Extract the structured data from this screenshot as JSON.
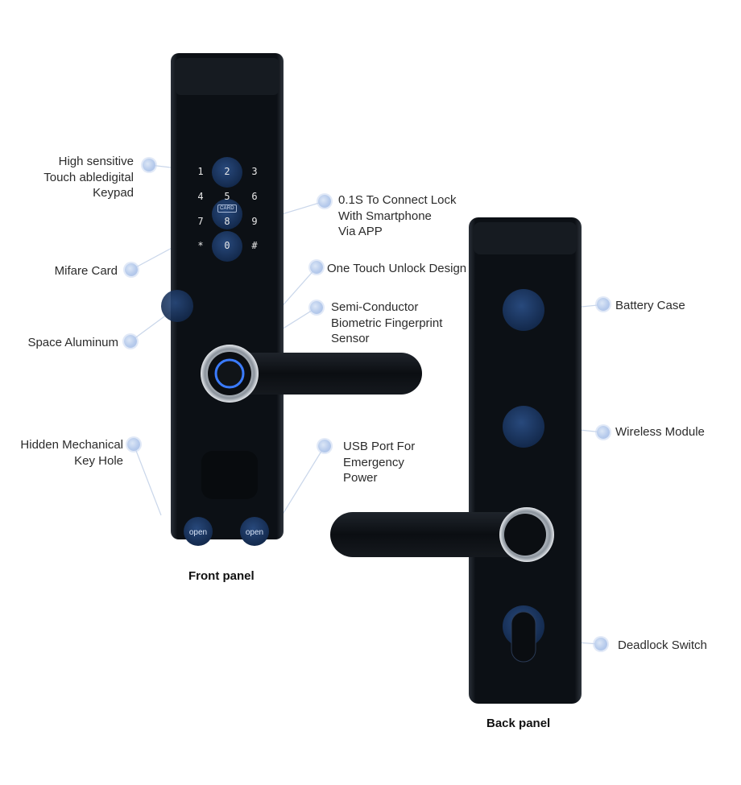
{
  "front_panel": {
    "title": "Front panel",
    "keypad": {
      "keys": [
        "1",
        "2",
        "3",
        "4",
        "5",
        "6",
        "7",
        "8",
        "9",
        "*",
        "0",
        "#"
      ],
      "card_label": "CARD"
    },
    "open_labels": [
      "open",
      "open"
    ]
  },
  "back_panel": {
    "title": "Back panel"
  },
  "callouts": {
    "keypad": [
      "High sensitive",
      "Touch abledigital",
      "Keypad"
    ],
    "connect": [
      "0.1S To Connect Lock",
      "With Smartphone",
      "Via APP"
    ],
    "mifare": [
      "Mifare Card"
    ],
    "one_touch": [
      "One Touch Unlock Design"
    ],
    "aluminum": [
      "Space Aluminum"
    ],
    "fingerprint": [
      "Semi-Conductor",
      "Biometric Fingerprint",
      "Sensor"
    ],
    "key_hole": [
      "Hidden Mechanical",
      "Key Hole"
    ],
    "usb": [
      "USB Port For",
      "Emergency",
      "Power"
    ],
    "battery": [
      "Battery Case"
    ],
    "wireless": [
      "Wireless Module"
    ],
    "deadlock": [
      "Deadlock Switch"
    ]
  },
  "colors": {
    "lock_body": "#0d1116",
    "highlight": "#1d3a66",
    "callout_dot": "#b7cbec",
    "leader_line": "#c9d6ea"
  }
}
